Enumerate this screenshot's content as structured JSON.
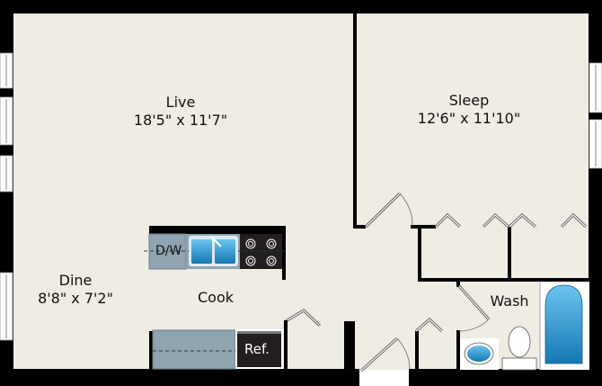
{
  "floorplan": {
    "colors": {
      "floor": "#efece4",
      "wall": "#000000",
      "window": "#ffffff",
      "counter": "#8fa4b0",
      "appliance_dark": "#231f20",
      "water_blue": "#3a9fd6"
    },
    "rooms": [
      {
        "name": "Live",
        "dimensions": "18'5\" x 11'7\""
      },
      {
        "name": "Sleep",
        "dimensions": "12'6\" x 11'10\""
      },
      {
        "name": "Dine",
        "dimensions": "8'8\" x 7'2\""
      },
      {
        "name": "Cook",
        "dimensions": ""
      },
      {
        "name": "Wash",
        "dimensions": ""
      }
    ],
    "fixtures": {
      "dishwasher": "D/W",
      "refrigerator": "Ref."
    }
  }
}
